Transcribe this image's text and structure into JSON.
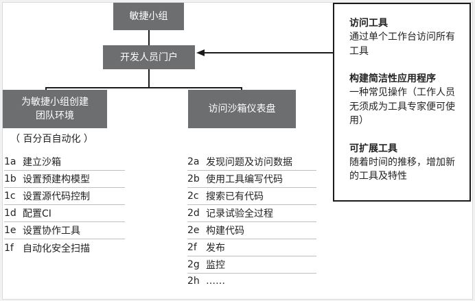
{
  "nodes": {
    "root": "敏捷小组",
    "portal": "开发人员门户",
    "left": "为敏捷小组创建\n团队环境",
    "right": "访问沙箱仪表盘"
  },
  "left_subtitle": "（ 百分百自动化 ）",
  "left_items": [
    {
      "code": "1a",
      "label": "建立沙箱"
    },
    {
      "code": "1b",
      "label": "设置预建构模型"
    },
    {
      "code": "1c",
      "label": "设置源代码控制"
    },
    {
      "code": "1d",
      "label": "配置CI"
    },
    {
      "code": "1e",
      "label": "设置协作工具"
    },
    {
      "code": "1f",
      "label": "自动化安全扫描"
    }
  ],
  "right_items": [
    {
      "code": "2a",
      "label": "发现问题及访问数据"
    },
    {
      "code": "2b",
      "label": "使用工具编写代码"
    },
    {
      "code": "2c",
      "label": "搜索已有代码"
    },
    {
      "code": "2d",
      "label": "记录试验全过程"
    },
    {
      "code": "2e",
      "label": "构建代码"
    },
    {
      "code": "2f",
      "label": "发布"
    },
    {
      "code": "2g",
      "label": "监控"
    },
    {
      "code": "2h",
      "label": "……"
    }
  ],
  "notes": [
    {
      "title": "访问工具",
      "desc": "通过单个工作台访问所有工具"
    },
    {
      "title": "构建简洁性应用程序",
      "desc": "一种常见操作（工作人员无须成为工具专家便可使用）"
    },
    {
      "title": "可扩展工具",
      "desc": "随着时间的推移，增加新的工具及特性"
    }
  ],
  "colors": {
    "box_fill": "#6d6e70",
    "box_text": "#ffffff",
    "line": "#1a1a1a",
    "divider": "#bfbfbf"
  }
}
